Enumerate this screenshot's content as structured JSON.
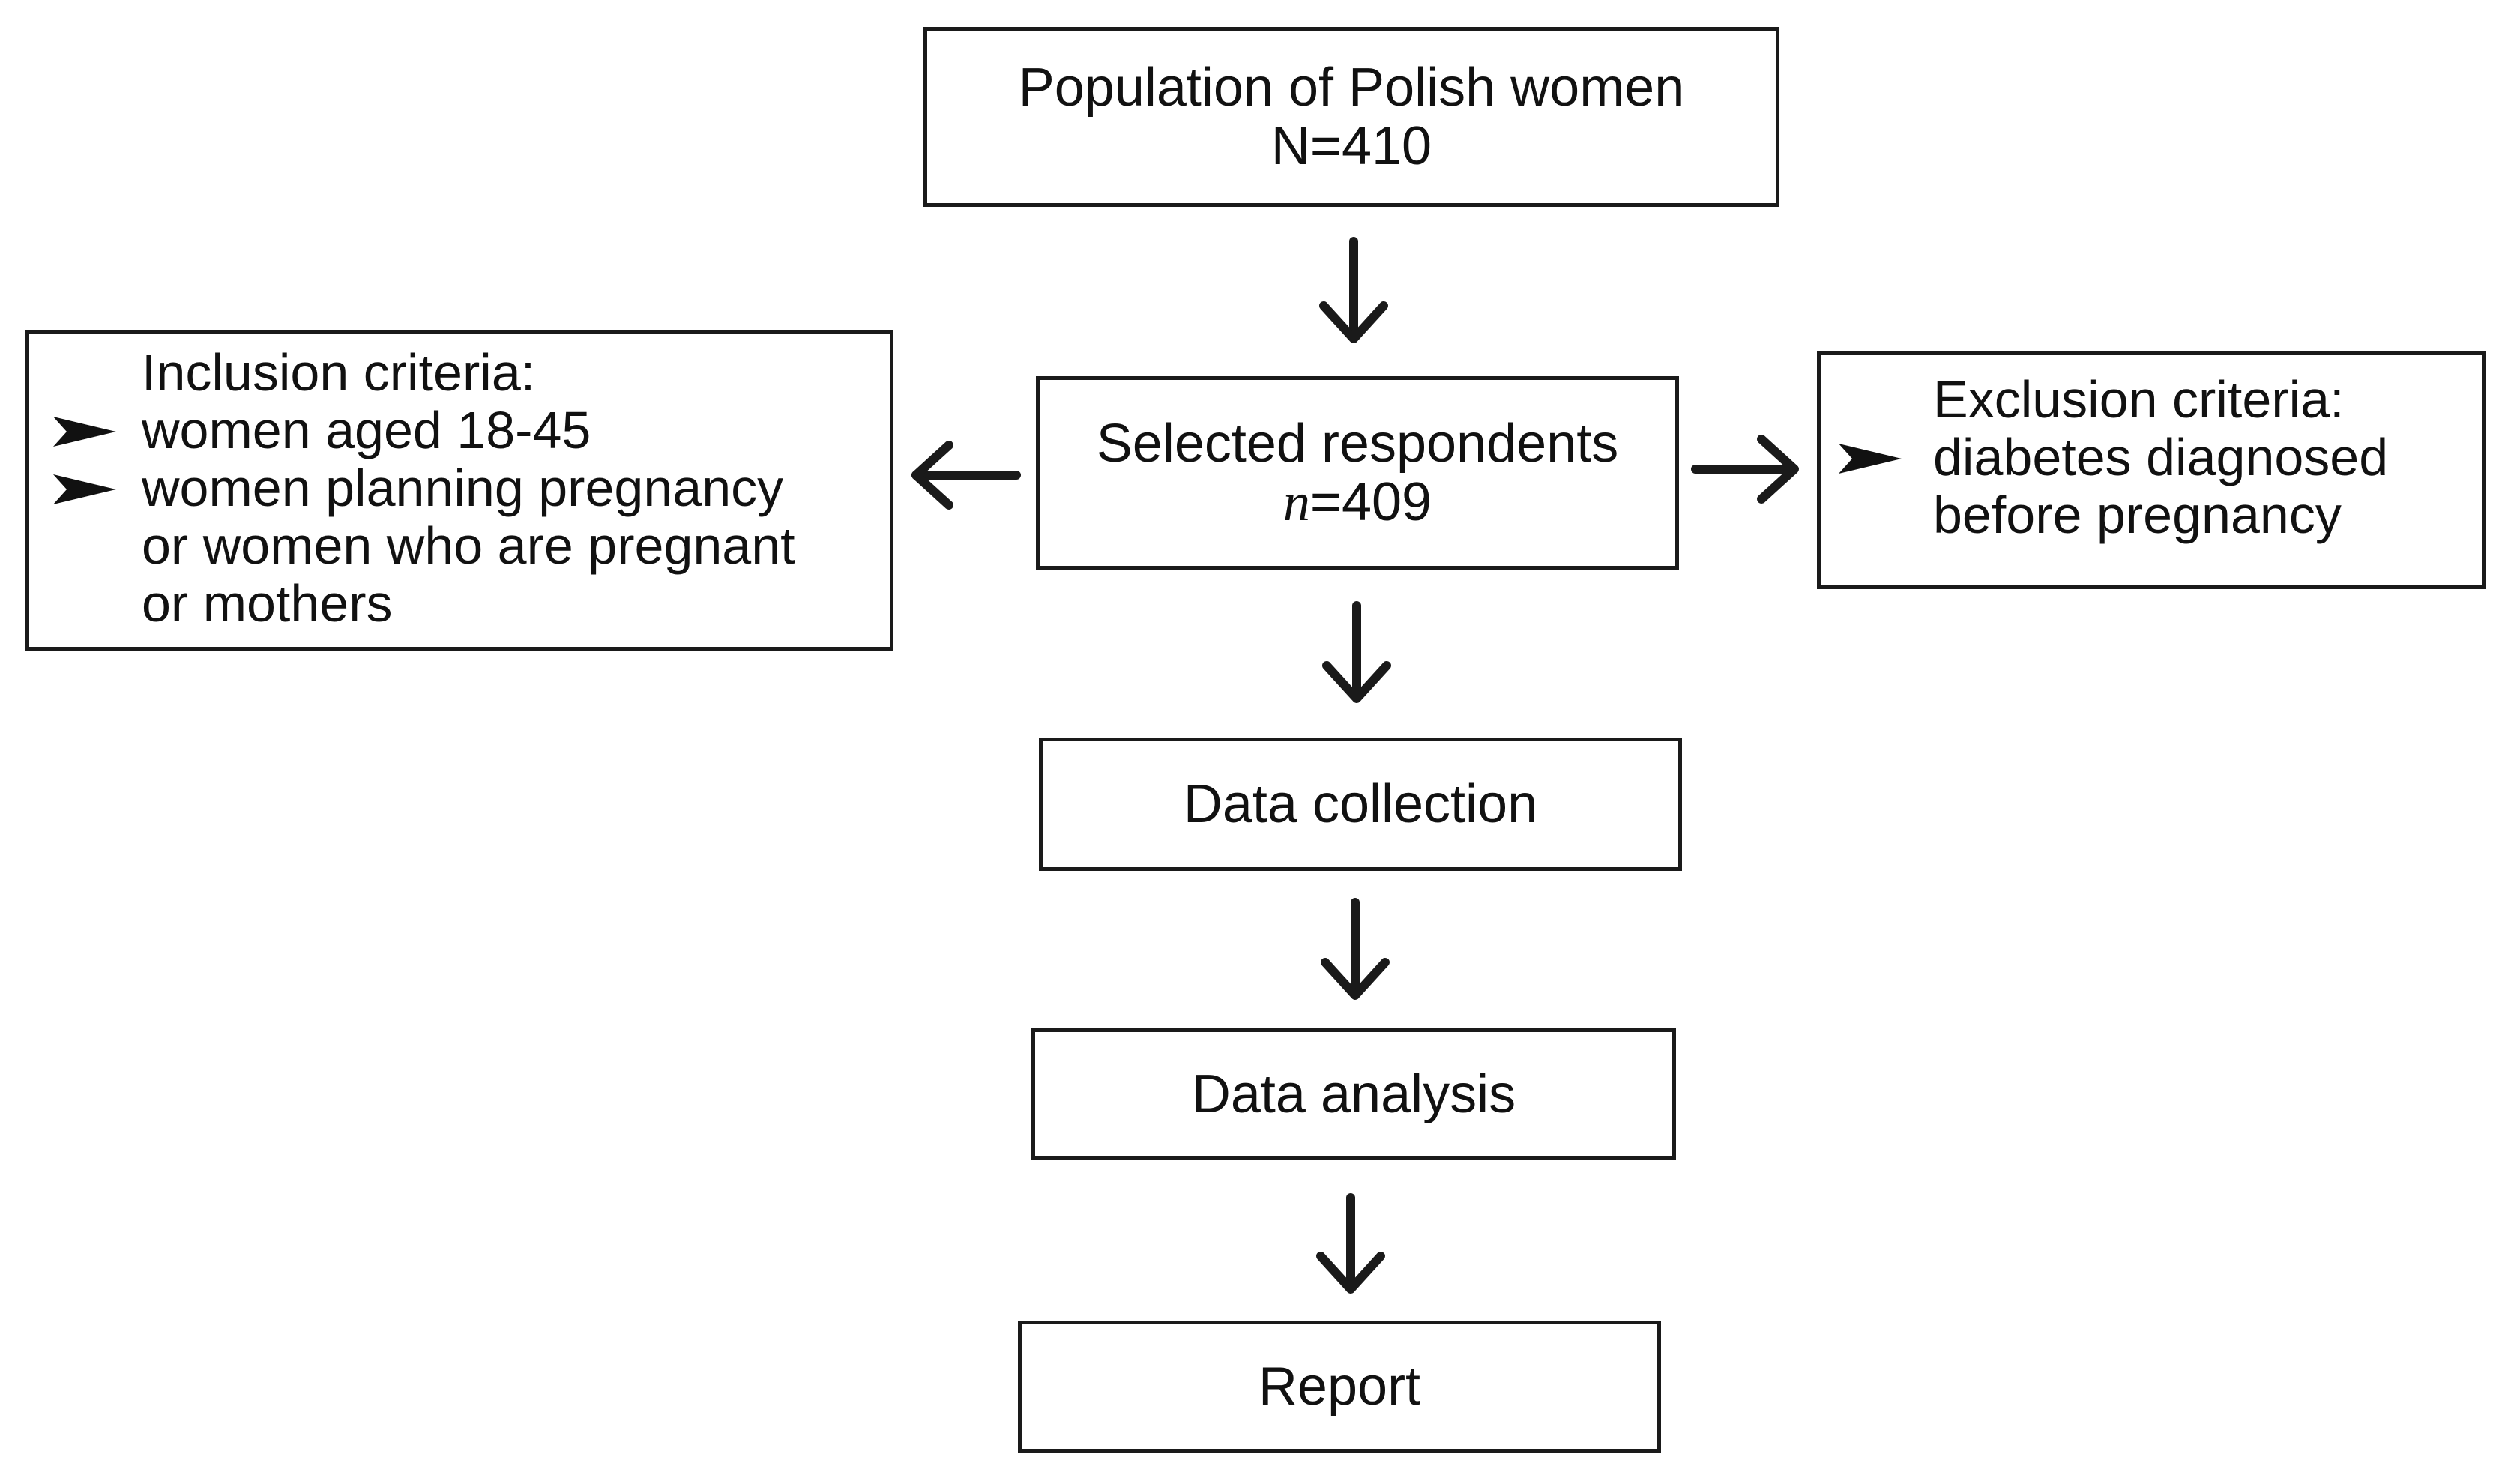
{
  "population": {
    "line1": "Population of Polish women",
    "line2": "N=410"
  },
  "selected": {
    "line1": "Selected respondents",
    "n_symbol": "n",
    "n_value": "=409"
  },
  "inclusion": {
    "title": "Inclusion criteria:",
    "items": [
      {
        "lines": [
          "women aged 18-45"
        ]
      },
      {
        "lines": [
          "women planning pregnancy",
          "or women who are pregnant",
          "or mothers"
        ]
      }
    ]
  },
  "exclusion": {
    "title": "Exclusion criteria:",
    "items": [
      {
        "lines": [
          "diabetes diagnosed",
          "before pregnancy"
        ]
      }
    ]
  },
  "steps": {
    "collection": "Data collection",
    "analysis": "Data analysis",
    "report": "Report"
  },
  "colors": {
    "stroke": "#1a1a1a",
    "text": "#111111",
    "background": "#ffffff"
  }
}
